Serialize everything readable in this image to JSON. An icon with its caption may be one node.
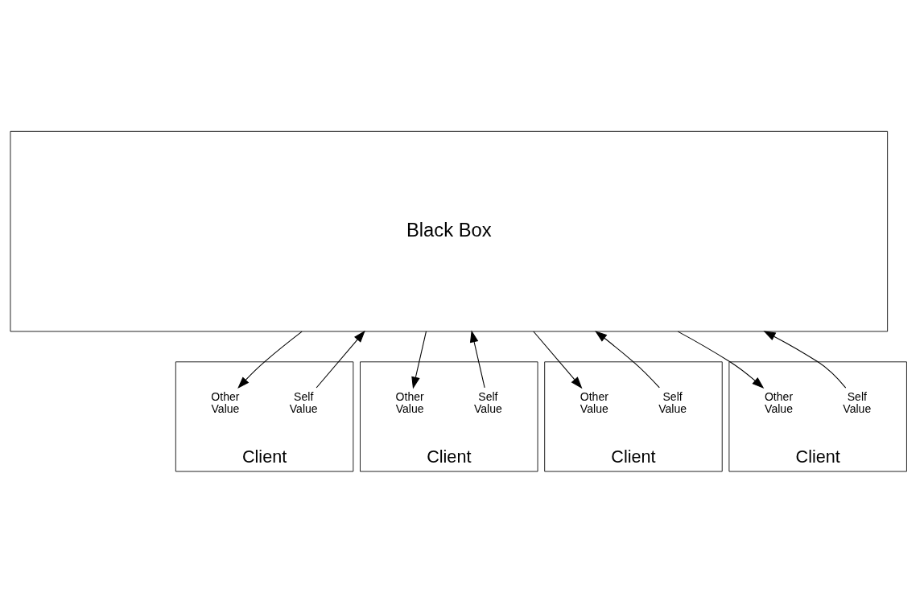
{
  "diagram": {
    "nodes": [
      {
        "text": [
          "Black Box"
        ]
      },
      {
        "text": [
          "Client"
        ]
      },
      {
        "text": [
          "Self Value"
        ],
        "in": 1
      },
      {
        "text": [
          "Other Value"
        ],
        "in": 1
      },
      {
        "text": [
          "Client"
        ]
      },
      {
        "text": [
          "Self Value"
        ],
        "in": 4
      },
      {
        "text": [
          "Other Value"
        ],
        "in": 4
      },
      {
        "text": [
          "Client"
        ]
      },
      {
        "text": [
          "Self Value"
        ],
        "in": 7
      },
      {
        "text": [
          "Other Value"
        ],
        "in": 7
      },
      {
        "text": [
          "Client"
        ]
      },
      {
        "text": [
          "Self Value"
        ],
        "in": 10
      },
      {
        "text": [
          "Other Value"
        ],
        "in": 10
      }
    ],
    "edges": [
      {
        "from": 2,
        "to": 0,
        "arrow": "to"
      },
      {
        "from": 0,
        "to": 3,
        "arrow": "to"
      },
      {
        "from": 5,
        "to": 0,
        "arrow": "to"
      },
      {
        "from": 0,
        "to": 6,
        "arrow": "to"
      },
      {
        "from": 8,
        "to": 0,
        "arrow": "to"
      },
      {
        "from": 0,
        "to": 9,
        "arrow": "to"
      },
      {
        "from": 11,
        "to": 0,
        "arrow": "to"
      },
      {
        "from": 0,
        "to": 12,
        "arrow": "to"
      }
    ]
  }
}
